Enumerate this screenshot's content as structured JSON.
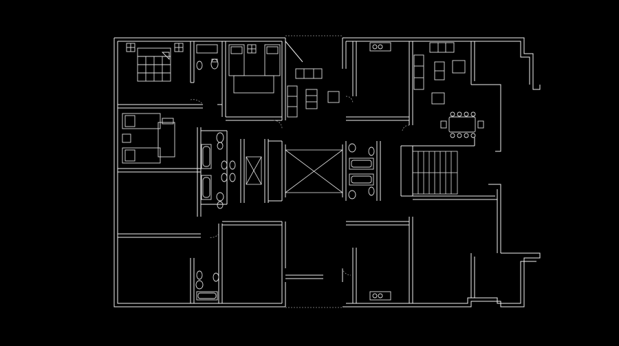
{
  "drawing": {
    "background": "#000000",
    "line_color": "#f2f2f2",
    "view": "floor-plan"
  },
  "rooms": [
    {
      "name": "bedroom-master-nw",
      "icons": [
        "double-bed-icon"
      ]
    },
    {
      "name": "bedroom-twin",
      "icons": [
        "twin-bed-icon"
      ]
    },
    {
      "name": "bedroom-west",
      "icons": [
        "twin-bed-icon"
      ]
    },
    {
      "name": "bathroom-nw",
      "icons": [
        "toilet-icon",
        "washbasin-icon"
      ]
    },
    {
      "name": "bathroom-central",
      "icons": [
        "bathtub-icon",
        "toilet-icon"
      ]
    },
    {
      "name": "bathroom-sw",
      "icons": [
        "toilet-icon",
        "bathtub-icon"
      ]
    },
    {
      "name": "kitchen-north",
      "icons": [
        "stove-icon"
      ]
    },
    {
      "name": "kitchen-south",
      "icons": [
        "stove-icon"
      ]
    },
    {
      "name": "living-room-north",
      "icons": [
        "sofa-icon"
      ]
    },
    {
      "name": "living-room-east",
      "icons": [
        "sofa-icon",
        "dining-table-icon"
      ]
    },
    {
      "name": "lift-shaft",
      "icons": [
        "lift-cross-icon"
      ]
    },
    {
      "name": "staircase",
      "icons": [
        "stair-icon"
      ]
    },
    {
      "name": "balcony-ne",
      "icons": []
    },
    {
      "name": "balcony-se",
      "icons": []
    }
  ]
}
